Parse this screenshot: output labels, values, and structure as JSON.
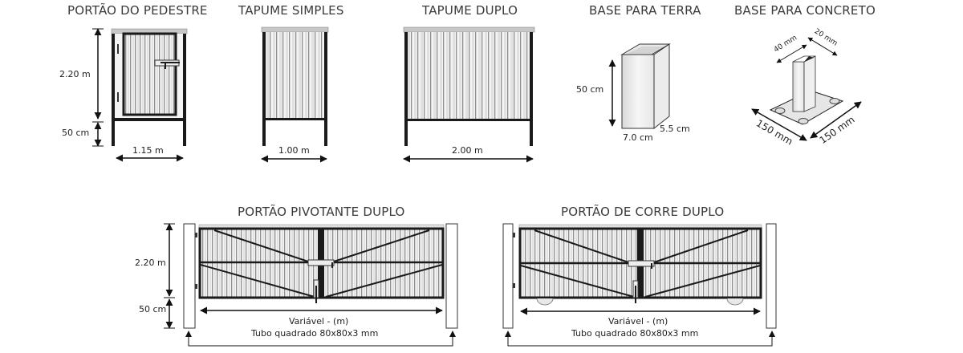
{
  "figures": {
    "portao_pedestre": {
      "title": "PORTÃO DO PEDESTRE",
      "height": "2.20 m",
      "base": "50 cm",
      "width": "1.15 m"
    },
    "tapume_simples": {
      "title": "TAPUME SIMPLES",
      "width": "1.00 m"
    },
    "tapume_duplo": {
      "title": "TAPUME DUPLO",
      "width": "2.00 m"
    },
    "base_terra": {
      "title": "BASE PARA TERRA",
      "height": "50  cm",
      "depth": "5.5 cm",
      "width": "7.0 cm"
    },
    "base_concreto": {
      "title": "BASE PARA CONCRETO",
      "tube_a": "40 mm",
      "tube_b": "20 mm",
      "plate_a": "150 mm",
      "plate_b": "150 mm"
    },
    "portao_pivotante": {
      "title": "PORTÃO PIVOTANTE DUPLO",
      "height": "2.20 m",
      "base": "50 cm",
      "width": "Variável - (m)",
      "post": "Tubo quadrado 80x80x3 mm"
    },
    "portao_corre": {
      "title": "PORTÃO DE CORRE DUPLO",
      "width": "Variável - (m)",
      "post": "Tubo quadrado 80x80x3 mm"
    }
  },
  "colors": {
    "frame": "#1a1a1a",
    "panel": "#f2f2f2",
    "stripe": "#9a9a9a",
    "cap": "#c8c8c8"
  }
}
